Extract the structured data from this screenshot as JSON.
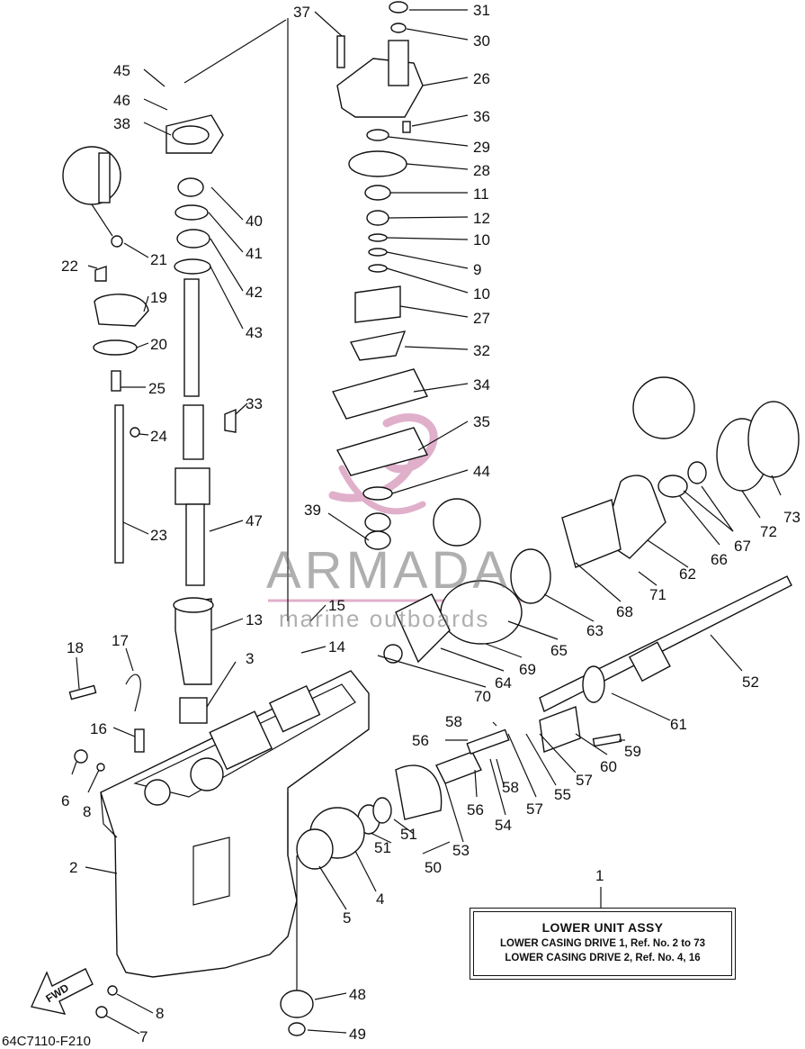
{
  "diagram_code": "64C7110-F210",
  "watermark": {
    "name": "ARMADA",
    "subtitle": "marine outboards"
  },
  "direction_label": "FWD",
  "info_box": {
    "callout": "1",
    "title": "LOWER UNIT ASSY",
    "lines": [
      "LOWER CASING DRIVE 1,   Ref. No. 2 to 73",
      "LOWER CASING DRIVE 2,   Ref. No. 4, 16"
    ]
  },
  "callouts": [
    "37",
    "31",
    "30",
    "26",
    "36",
    "29",
    "28",
    "11",
    "12",
    "10",
    "9",
    "10",
    "27",
    "32",
    "34",
    "35",
    "44",
    "39",
    "45",
    "46",
    "38",
    "40",
    "41",
    "42",
    "43",
    "21",
    "22",
    "19",
    "20",
    "25",
    "24",
    "23",
    "33",
    "47",
    "13",
    "15",
    "14",
    "3",
    "18",
    "17",
    "16",
    "6",
    "8",
    "2",
    "8",
    "7",
    "73",
    "72",
    "67",
    "66",
    "62",
    "71",
    "68",
    "63",
    "65",
    "69",
    "64",
    "70",
    "52",
    "61",
    "59",
    "60",
    "57",
    "55",
    "57",
    "58",
    "56",
    "58",
    "56",
    "54",
    "53",
    "51",
    "51",
    "50",
    "4",
    "5",
    "48",
    "49"
  ],
  "colors": {
    "line": "#111111",
    "watermark": "#c86ea0"
  }
}
